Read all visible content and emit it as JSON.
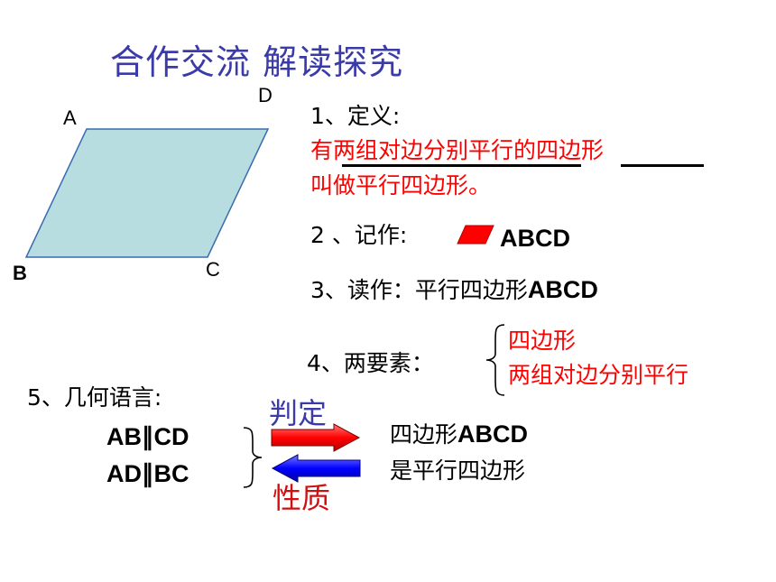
{
  "title": "合作交流  解读探究",
  "figure": {
    "vertex_a": "A",
    "vertex_b": "B",
    "vertex_c": "C",
    "vertex_d": "D",
    "fill_color": "#b7dde0"
  },
  "definition": {
    "heading": "1、定义:",
    "line1_part1": "有",
    "line1_part2": "两组对边分别平行",
    "line1_part3": "的",
    "line1_part4": "四边形",
    "line2": "叫做平行四边形。"
  },
  "notation": {
    "heading": "2 、记作:",
    "symbol_name": "parallelogram-symbol-icon",
    "value": "ABCD"
  },
  "reading": {
    "prefix": "3、读作：平行四边形",
    "value": "ABCD"
  },
  "elements": {
    "heading": "4、两要素：",
    "item1": "四边形",
    "item2": "两组对边分别平行"
  },
  "geometry_language": {
    "heading": "5、几何语言:",
    "cond1": "AB∥CD",
    "cond2": "AD∥BC",
    "arrow_right_label": "判定",
    "arrow_left_label": "性质",
    "result_line1_prefix": "四边形",
    "result_line1_value": "ABCD",
    "result_line2": "是平行四边形"
  },
  "colors": {
    "title": "#3a3aa8",
    "emphasis": "#ff0000",
    "arrow_right": "#ff0000",
    "arrow_left": "#0000ff"
  }
}
